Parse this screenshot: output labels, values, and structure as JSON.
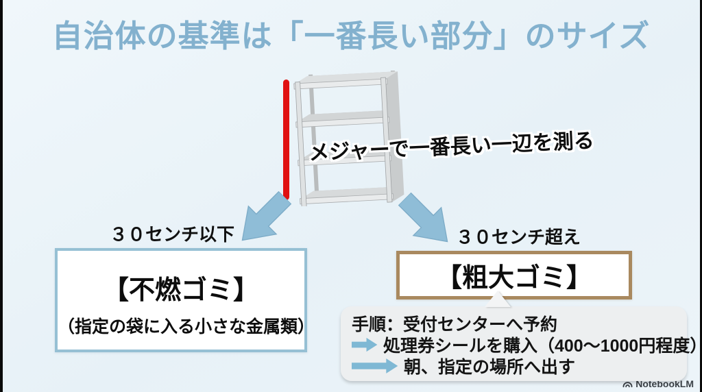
{
  "page": {
    "title": "自治体の基準は「一番長い部分」のサイズ",
    "watermark": "NotebookLM"
  },
  "diagram": {
    "measure_note": "メジャーで一番長い一辺を測る",
    "left_branch": {
      "condition": "３０センチ以下",
      "category": "【不燃ゴミ】",
      "category_note": "（指定の袋に入る小さな金属類）"
    },
    "right_branch": {
      "condition": "３０センチ超え",
      "category": "【粗大ゴミ】"
    },
    "procedure": {
      "line1": "手順：受付センターへ予約",
      "line2": "処理券シールを購入（400〜1000円程度）",
      "line3": "朝、指定の場所へ出す"
    }
  },
  "colors": {
    "background": "#e9f2f8",
    "title_text": "#83b1ce",
    "arrow_blue": "#8fbdd7",
    "left_box_border": "#96c0d4",
    "right_box_border": "#a9895f",
    "red_measure_line": "#e01111",
    "procedure_panel": "#edeff0",
    "text_black": "#0d0d0d"
  }
}
